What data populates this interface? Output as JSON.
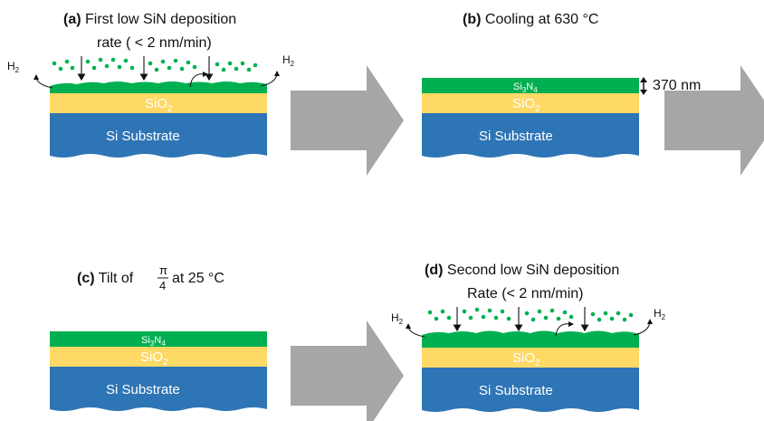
{
  "panels": {
    "a": {
      "caption_tag": "(a)",
      "caption_line1": "First low SiN deposition",
      "caption_line2": "rate ( < 2 nm/min)",
      "layer_top": "SiO",
      "layer_top_sub": "2",
      "substrate": "Si Substrate",
      "gas_left": "H",
      "gas_left_sub": "2",
      "gas_right": "H",
      "gas_right_sub": "2"
    },
    "b": {
      "caption_tag": "(b)",
      "caption": "Cooling at 630 °C",
      "film": "Si",
      "film_sub1": "3",
      "film_mid": "N",
      "film_sub2": "4",
      "oxide": "SiO",
      "oxide_sub": "2",
      "substrate": "Si Substrate",
      "thickness": "370 nm"
    },
    "c": {
      "caption_tag": "(c)",
      "caption_pre": "Tilt of",
      "fraction_num": "π",
      "fraction_den": "4",
      "caption_post": "at 25 °C",
      "film": "Si",
      "film_sub1": "3",
      "film_mid": "N",
      "film_sub2": "4",
      "oxide": "SiO",
      "oxide_sub": "2",
      "substrate": "Si Substrate"
    },
    "d": {
      "caption_tag": "(d)",
      "caption_line1": "Second low SiN deposition",
      "caption_line2": "Rate (< 2 nm/min)",
      "oxide": "SiO",
      "oxide_sub": "2",
      "substrate": "Si Substrate",
      "gas_left": "H",
      "gas_left_sub": "2",
      "gas_right": "H",
      "gas_right_sub": "2"
    }
  },
  "colors": {
    "substrate": "#2e75b6",
    "oxide": "#ffd966",
    "nitride": "#00b050",
    "arrow": "#a6a6a6"
  }
}
